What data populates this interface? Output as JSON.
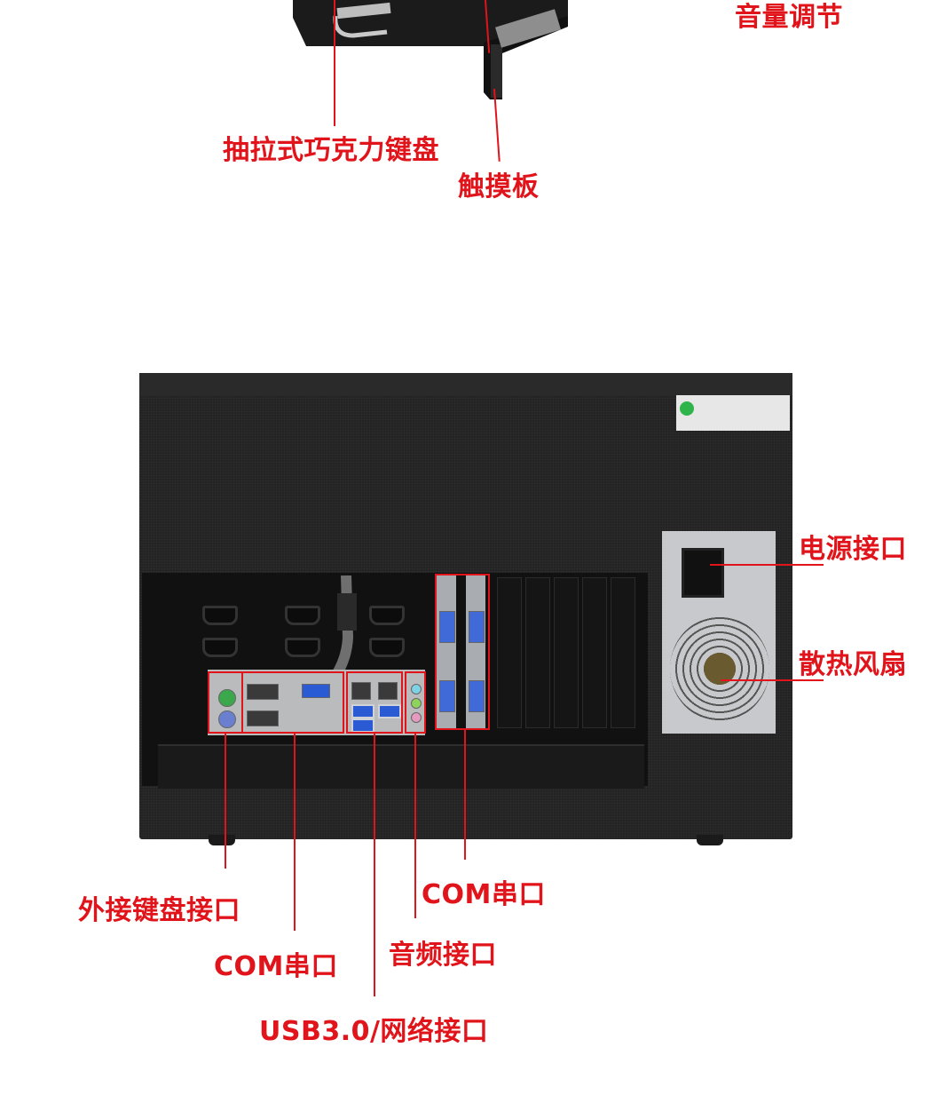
{
  "labels": {
    "volume": "音量调节",
    "keyboard": "抽拉式巧克力键盘",
    "touchpad": "触摸板",
    "power": "电源接口",
    "fan": "散热风扇",
    "ext_keyboard": "外接键盘接口",
    "com1": "COM串口",
    "usb_net": "USB3.0/网络接口",
    "audio": "音频接口",
    "com2": "COM串口"
  },
  "colors": {
    "annotation": "#e0141a",
    "case": "#232323",
    "background": "#ffffff"
  }
}
